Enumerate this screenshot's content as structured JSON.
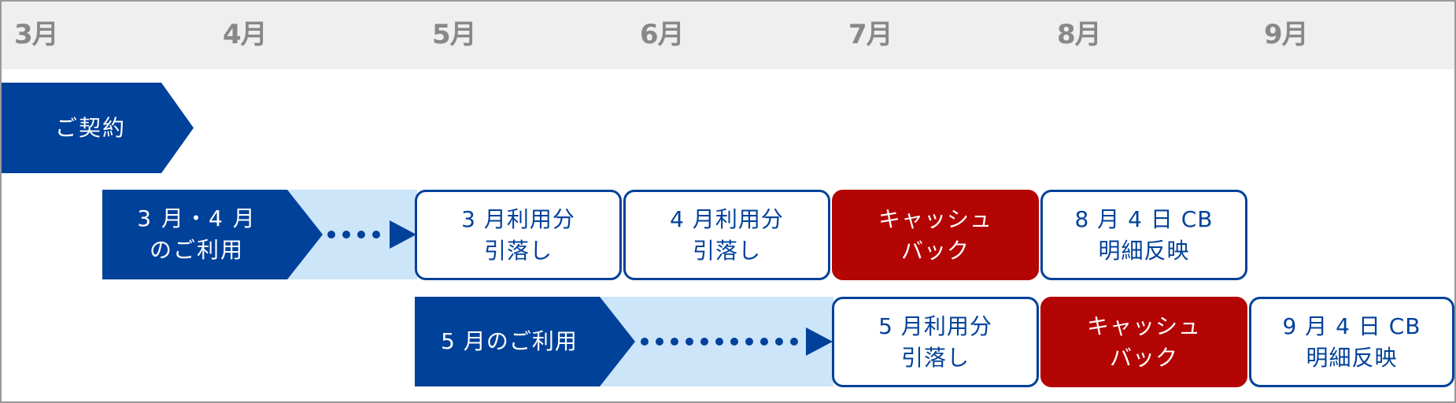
{
  "timeline": {
    "months": [
      "3月",
      "4月",
      "5月",
      "6月",
      "7月",
      "8月",
      "9月"
    ]
  },
  "colors": {
    "primary_blue": "#00419a",
    "light_blue": "#cce5f9",
    "cashback_red": "#b40505",
    "header_bg": "#efefef",
    "month_text": "#888888"
  },
  "rows": [
    {
      "arrow_label": "ご契約"
    },
    {
      "arrow_label": "3 月・4 月\nのご利用",
      "dot_count": 4,
      "boxes": [
        {
          "label": "3 月利用分\n引落し",
          "type": "withdrawal"
        },
        {
          "label": "4 月利用分\n引落し",
          "type": "withdrawal"
        },
        {
          "label": "キャッシュ\nバック",
          "type": "cashback"
        },
        {
          "label": "8 月 4 日 CB\n明細反映",
          "type": "statement"
        }
      ]
    },
    {
      "arrow_label": "5 月のご利用",
      "dot_count": 11,
      "boxes": [
        {
          "label": "5 月利用分\n引落し",
          "type": "withdrawal"
        },
        {
          "label": "キャッシュ\nバック",
          "type": "cashback"
        },
        {
          "label": "9 月 4 日 CB\n明細反映",
          "type": "statement"
        }
      ]
    }
  ]
}
